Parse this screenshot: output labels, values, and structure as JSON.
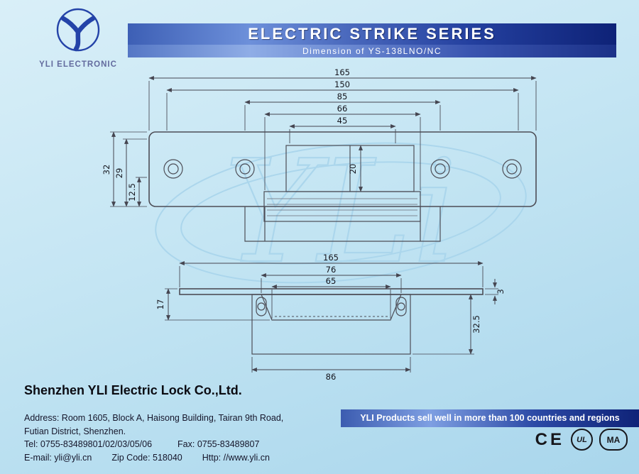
{
  "page": {
    "bg_top": "#d9eff8",
    "bg_bottom": "#a9d6ec"
  },
  "logo": {
    "text": "YLI ELECTRONIC",
    "brand_blue": "#2443a8"
  },
  "banner": {
    "title": "ELECTRIC STRIKE SERIES",
    "subtitle": "Dimension of YS-138LNO/NC",
    "gradient_left": "#3d5fb5",
    "gradient_right": "#0e2277"
  },
  "watermark": {
    "text": "YLi",
    "color": "#a9d5ec"
  },
  "front_view": {
    "dim_165": "165",
    "dim_150": "150",
    "dim_85": "85",
    "dim_66": "66",
    "dim_45": "45",
    "dim_32": "32",
    "dim_29": "29",
    "dim_12_5": "12.5",
    "dim_20": "20"
  },
  "side_view": {
    "dim_165": "165",
    "dim_76": "76",
    "dim_65": "65",
    "dim_17": "17",
    "dim_3": "3",
    "dim_32_5": "32.5",
    "dim_86": "86"
  },
  "footer": {
    "company": "Shenzhen YLI Electric Lock Co.,Ltd.",
    "address1": "Address: Room 1605, Block A, Haisong Building, Tairan 9th Road,",
    "address2": "Futian District, Shenzhen.",
    "tel": "Tel: 0755-83489801/02/03/05/06",
    "fax": "Fax: 0755-83489807",
    "email": "E-mail: yli@yli.cn",
    "zip": "Zip Code: 518040",
    "http": "Http: //www.yli.cn",
    "slogan": "YLI Products sell well in more than 100 countries and regions"
  },
  "certs": {
    "ce": "CE",
    "ul": "UL",
    "ma": "MA"
  }
}
